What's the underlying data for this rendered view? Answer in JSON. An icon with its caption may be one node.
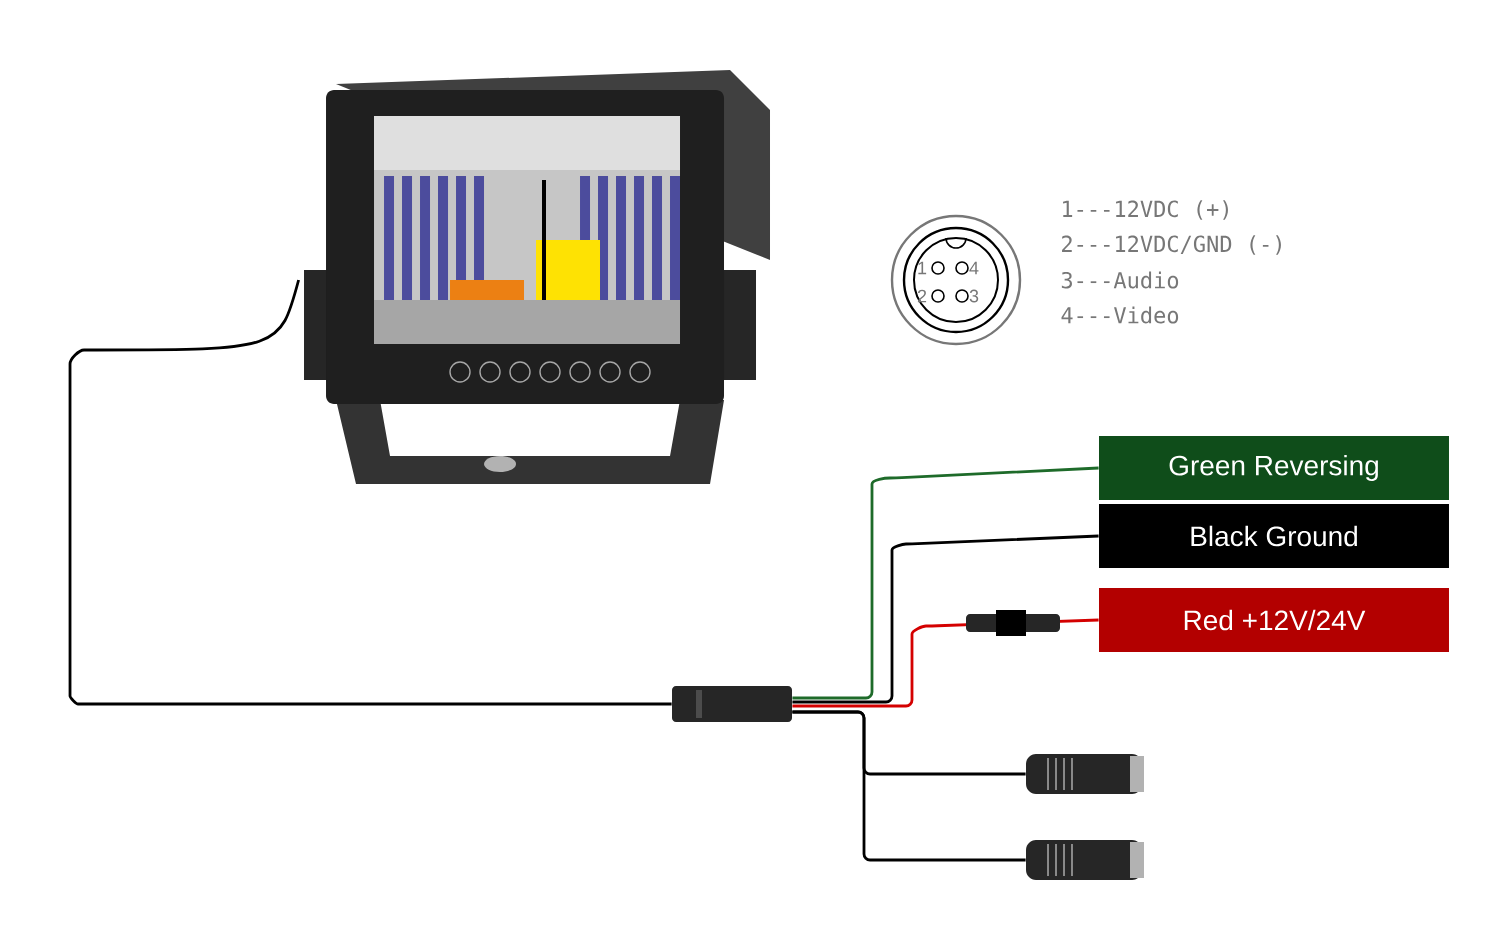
{
  "diagram": {
    "nodes": [
      {
        "text": [],
        "shape": "picture"
      },
      {
        "text": [],
        "shape": "picture"
      },
      {
        "text": [
          "Green Reversing"
        ]
      },
      {
        "text": [
          "Black  Ground"
        ]
      },
      {
        "text": [
          "Red +12V/24V"
        ]
      },
      {
        "text": [],
        "shape": "picture"
      },
      {
        "text": [],
        "shape": "picture"
      },
      {
        "text": [
          "1",
          "4",
          "2",
          "3"
        ]
      }
    ],
    "edges": [
      {
        "from": 0,
        "to": 1,
        "arrow": "none"
      },
      {
        "from": 1,
        "to": 2,
        "arrow": "none",
        "color": "#1e6b2a"
      },
      {
        "from": 1,
        "to": 3,
        "arrow": "none"
      },
      {
        "from": 1,
        "to": 4,
        "arrow": "none",
        "color": "#d40000"
      },
      {
        "from": 1,
        "to": 5,
        "arrow": "none"
      },
      {
        "from": 1,
        "to": 6,
        "arrow": "none"
      }
    ],
    "labels": [
      "1---12VDC (+)",
      "2---12VDC/GND (-)",
      "3---Audio",
      "4---Video"
    ]
  }
}
